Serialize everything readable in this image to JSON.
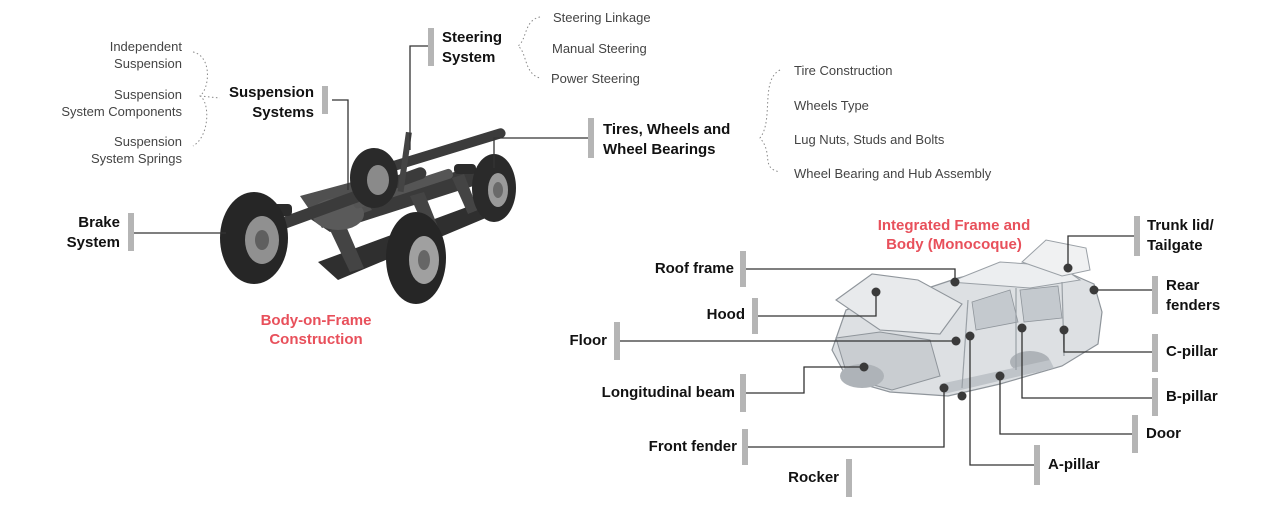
{
  "body_on_frame": {
    "caption": "Body-on-Frame\nConstruction",
    "suspension": {
      "label": "Suspension\nSystems",
      "items": [
        "Independent\nSuspension",
        "Suspension\nSystem Components",
        "Suspension\nSystem Springs"
      ]
    },
    "steering": {
      "label": "Steering\nSystem",
      "items": [
        "Steering Linkage",
        "Manual Steering",
        "Power Steering"
      ]
    },
    "tires": {
      "label": "Tires, Wheels and\nWheel Bearings",
      "items": [
        "Tire Construction",
        "Wheels Type",
        "Lug Nuts, Studs and Bolts",
        "Wheel Bearing and Hub Assembly"
      ]
    },
    "brake": {
      "label": "Brake\nSystem"
    }
  },
  "monocoque": {
    "caption": "Integrated Frame and\nBody (Monocoque)",
    "left_parts": [
      "Roof frame",
      "Hood",
      "Floor",
      "Longitudinal beam",
      "Front fender",
      "Rocker"
    ],
    "right_parts": [
      "Trunk lid/\nTailgate",
      "Rear\nfenders",
      "C-pillar",
      "B-pillar",
      "Door",
      "A-pillar"
    ]
  },
  "colors": {
    "caption_red": "#e8505b",
    "marker_gray": "#b5b5b5",
    "leader_line": "#333333",
    "chassis_dark": "#2c2c2c",
    "body_silver": "#d9dcdf"
  }
}
